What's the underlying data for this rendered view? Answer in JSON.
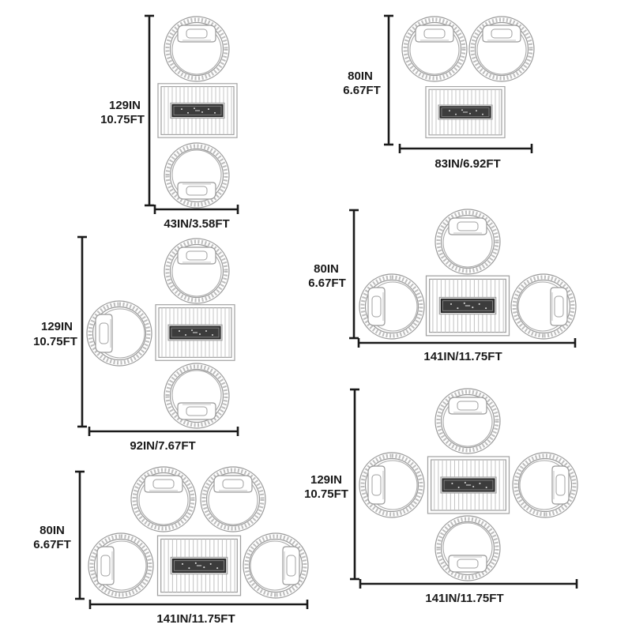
{
  "configurations": [
    {
      "id": "set-1",
      "height_in": "129IN",
      "height_ft": "10.75FT",
      "width": "43IN/3.58FT"
    },
    {
      "id": "set-2",
      "height_in": "80IN",
      "height_ft": "6.67FT",
      "width": "83IN/6.92FT"
    },
    {
      "id": "set-3",
      "height_in": "129IN",
      "height_ft": "10.75FT",
      "width": "92IN/7.67FT"
    },
    {
      "id": "set-4",
      "height_in": "80IN",
      "height_ft": "6.67FT",
      "width": "141IN/11.75FT"
    },
    {
      "id": "set-5",
      "height_in": "80IN",
      "height_ft": "6.67FT",
      "width": "141IN/11.75FT"
    },
    {
      "id": "set-6",
      "height_in": "129IN",
      "height_ft": "10.75FT",
      "width": "141IN/11.75FT"
    }
  ]
}
